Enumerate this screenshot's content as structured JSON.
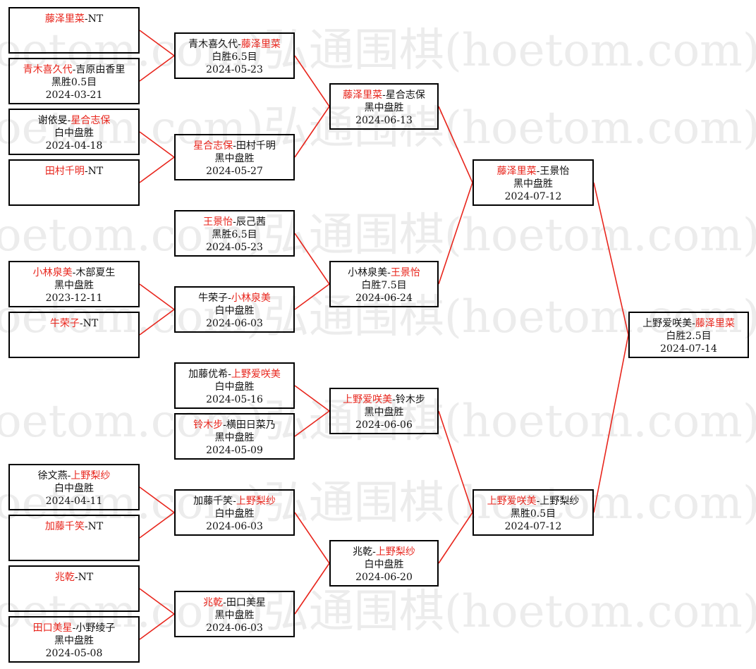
{
  "colors": {
    "winner": "#e8251c",
    "line": "#e8251c",
    "box_border": "#000000",
    "watermark": "#ececec"
  },
  "watermark": {
    "text": "弘通围棋(hoetom.com)"
  },
  "matches": [
    {
      "id": "r1-1",
      "p1": "藤泽里菜",
      "p2": "NT",
      "winner": 1,
      "result": "",
      "date": ""
    },
    {
      "id": "r1-2",
      "p1": "青木喜久代",
      "p2": "吉原由香里",
      "winner": 1,
      "result": "黑胜0.5目",
      "date": "2024-03-21"
    },
    {
      "id": "r1-3",
      "p1": "谢依旻",
      "p2": "星合志保",
      "winner": 2,
      "result": "白中盘胜",
      "date": "2024-04-18"
    },
    {
      "id": "r1-4",
      "p1": "田村千明",
      "p2": "NT",
      "winner": 1,
      "result": "",
      "date": ""
    },
    {
      "id": "r1-5",
      "p1": "小林泉美",
      "p2": "木部夏生",
      "winner": 1,
      "result": "黑中盘胜",
      "date": "2023-12-11"
    },
    {
      "id": "r1-6",
      "p1": "牛荣子",
      "p2": "NT",
      "winner": 1,
      "result": "",
      "date": ""
    },
    {
      "id": "r1-7",
      "p1": "徐文燕",
      "p2": "上野梨纱",
      "winner": 2,
      "result": "白中盘胜",
      "date": "2024-04-11"
    },
    {
      "id": "r1-8",
      "p1": "加藤千笑",
      "p2": "NT",
      "winner": 1,
      "result": "",
      "date": ""
    },
    {
      "id": "r1-9",
      "p1": "兆乾",
      "p2": "NT",
      "winner": 1,
      "result": "",
      "date": ""
    },
    {
      "id": "r1-10",
      "p1": "田口美星",
      "p2": "小野绫子",
      "winner": 1,
      "result": "黑中盘胜",
      "date": "2024-05-08"
    },
    {
      "id": "r2-1",
      "p1": "青木喜久代",
      "p2": "藤泽里菜",
      "winner": 2,
      "result": "白胜6.5目",
      "date": "2024-05-23"
    },
    {
      "id": "r2-2",
      "p1": "星合志保",
      "p2": "田村千明",
      "winner": 1,
      "result": "黑中盘胜",
      "date": "2024-05-27"
    },
    {
      "id": "r2-3",
      "p1": "王景怡",
      "p2": "辰己茜",
      "winner": 1,
      "result": "黑胜6.5目",
      "date": "2024-05-23"
    },
    {
      "id": "r2-4",
      "p1": "牛荣子",
      "p2": "小林泉美",
      "winner": 2,
      "result": "白中盘胜",
      "date": "2024-06-03"
    },
    {
      "id": "r2-5",
      "p1": "加藤优希",
      "p2": "上野爱咲美",
      "winner": 2,
      "result": "白中盘胜",
      "date": "2024-05-16"
    },
    {
      "id": "r2-6",
      "p1": "铃木步",
      "p2": "横田日菜乃",
      "winner": 1,
      "result": "黑中盘胜",
      "date": "2024-05-09"
    },
    {
      "id": "r2-7",
      "p1": "加藤千笑",
      "p2": "上野梨纱",
      "winner": 2,
      "result": "白中盘胜",
      "date": "2024-06-03"
    },
    {
      "id": "r2-8",
      "p1": "兆乾",
      "p2": "田口美星",
      "winner": 1,
      "result": "黑中盘胜",
      "date": "2024-06-03"
    },
    {
      "id": "r3-1",
      "p1": "藤泽里菜",
      "p2": "星合志保",
      "winner": 1,
      "result": "黑中盘胜",
      "date": "2024-06-13"
    },
    {
      "id": "r3-2",
      "p1": "小林泉美",
      "p2": "王景怡",
      "winner": 2,
      "result": "白胜7.5目",
      "date": "2024-06-24"
    },
    {
      "id": "r3-3",
      "p1": "上野爱咲美",
      "p2": "铃木步",
      "winner": 1,
      "result": "黑中盘胜",
      "date": "2024-06-06"
    },
    {
      "id": "r3-4",
      "p1": "兆乾",
      "p2": "上野梨纱",
      "winner": 2,
      "result": "白中盘胜",
      "date": "2024-06-20"
    },
    {
      "id": "r4-1",
      "p1": "藤泽里菜",
      "p2": "王景怡",
      "winner": 1,
      "result": "黑中盘胜",
      "date": "2024-07-12"
    },
    {
      "id": "r4-2",
      "p1": "上野爱咲美",
      "p2": "上野梨纱",
      "winner": 1,
      "result": "黑胜0.5目",
      "date": "2024-07-12"
    },
    {
      "id": "final",
      "p1": "上野爱咲美",
      "p2": "藤泽里菜",
      "winner": 2,
      "result": "白胜2.5目",
      "date": "2024-07-14"
    }
  ]
}
